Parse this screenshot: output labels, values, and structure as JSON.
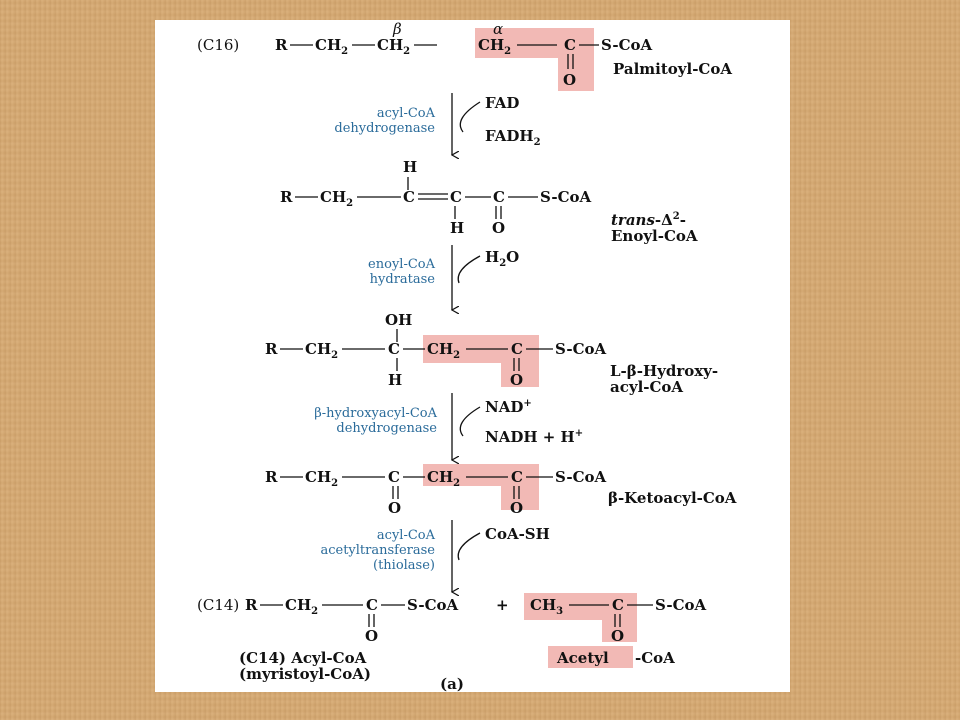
{
  "labels": {
    "c16": "(C16)",
    "beta": "β",
    "alpha": "α",
    "palmitoyl": "Palmitoyl-CoA",
    "trans_prefix": "trans",
    "trans_rest": "-Δ2-",
    "enoyl": "Enoyl-CoA",
    "hydroxy_line1": "L-β-Hydroxy-",
    "hydroxy_line2": "acyl-CoA",
    "ketoacyl": "β-Ketoacyl-CoA",
    "c14": "(C14)",
    "acylcoa_line1": "(C14) Acyl-CoA",
    "acylcoa_line2": "(myristoyl-CoA)",
    "acetyl": "Acetyl",
    "coa_suffix": "-CoA",
    "panel_caption": "(a)"
  },
  "steps": [
    {
      "enzyme_line1": "acyl-CoA",
      "enzyme_line2": "dehydrogenase",
      "enzyme_line3": "",
      "in": "FAD",
      "out": "FADH2"
    },
    {
      "enzyme_line1": "enoyl-CoA",
      "enzyme_line2": "hydratase",
      "enzyme_line3": "",
      "in": "H2O",
      "out": ""
    },
    {
      "enzyme_line1": "β-hydroxyacyl-CoA",
      "enzyme_line2": "dehydrogenase",
      "enzyme_line3": "",
      "in": "NAD+",
      "out": "NADH + H+"
    },
    {
      "enzyme_line1": "acyl-CoA",
      "enzyme_line2": "acetyltransferase",
      "enzyme_line3": "(thiolase)",
      "in": "CoA-SH",
      "out": ""
    }
  ],
  "colors": {
    "highlight": "#f2b9b5",
    "enzyme_text": "#2a6b9a",
    "background": "#d6aa74"
  }
}
